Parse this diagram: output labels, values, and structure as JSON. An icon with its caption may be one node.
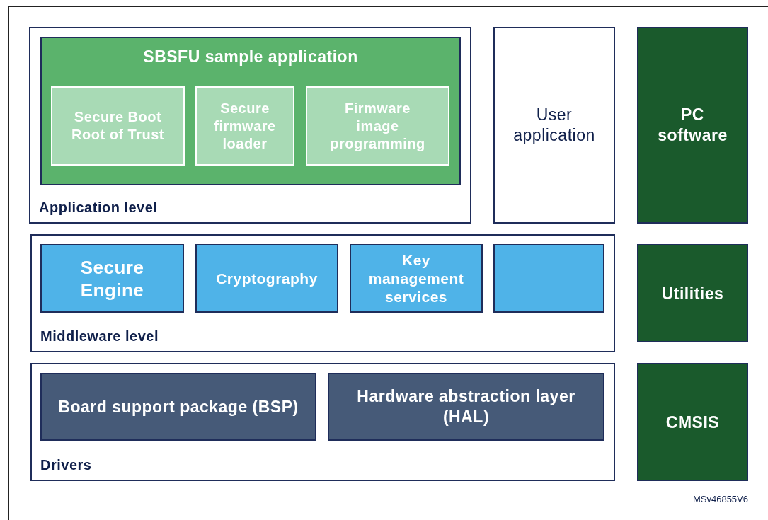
{
  "diagram": {
    "nodes": [
      {
        "text": [
          "Application level"
        ]
      },
      {
        "text": [
          "SBSFU sample application"
        ],
        "in": 0
      },
      {
        "text": [
          "Secure Boot Root of Trust"
        ],
        "in": 1
      },
      {
        "text": [
          "Secure firmware loader"
        ],
        "in": 1
      },
      {
        "text": [
          "Firmware image programming"
        ],
        "in": 1
      },
      {
        "text": [
          "User application"
        ]
      },
      {
        "text": [
          "PC software"
        ]
      },
      {
        "text": [
          "Middleware level"
        ]
      },
      {
        "text": [
          "Secure Engine"
        ],
        "in": 7
      },
      {
        "text": [
          "Cryptography"
        ],
        "in": 7
      },
      {
        "text": [
          "Key management services"
        ],
        "in": 7
      },
      {
        "text": [],
        "shape": "box",
        "in": 7
      },
      {
        "text": [
          "Utilities"
        ]
      },
      {
        "text": [
          "Drivers"
        ]
      },
      {
        "text": [
          "Board support package (BSP)"
        ],
        "in": 13
      },
      {
        "text": [
          "Hardware abstraction layer (HAL)"
        ],
        "in": 13
      },
      {
        "text": [
          "CMSIS"
        ]
      }
    ],
    "edges": [],
    "labels": [
      "MSv46855V6"
    ]
  }
}
